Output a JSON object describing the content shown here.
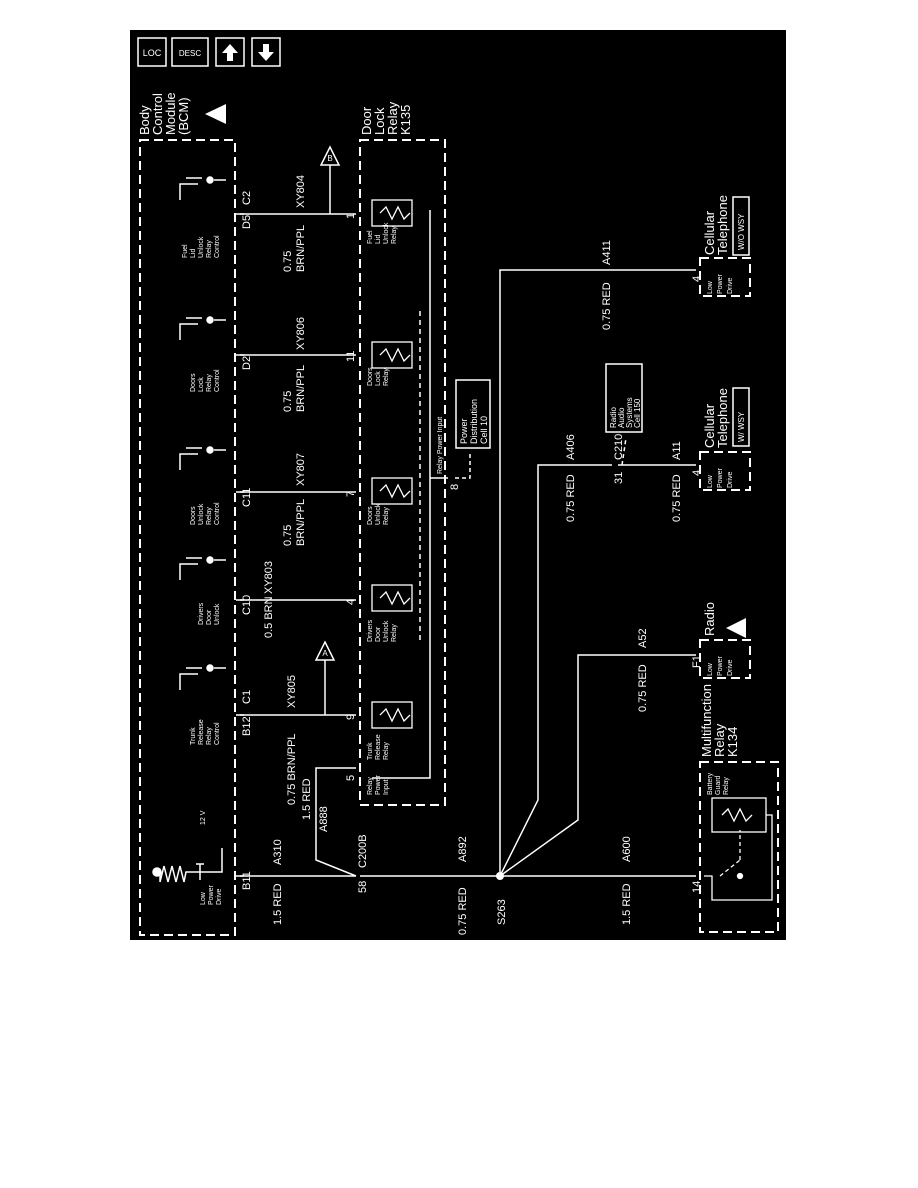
{
  "toolbar": {
    "loc_label": "LOC",
    "desc_label": "DESC",
    "up_label": "up-arrow",
    "down_label": "down-arrow"
  },
  "modules": {
    "bcm": [
      "Body",
      "Control",
      "Module",
      "(BCM)"
    ],
    "door_lock_relay": [
      "Door",
      "Lock",
      "Relay",
      "K135"
    ],
    "multifunction_relay": [
      "Multifunction",
      "Relay",
      "K134"
    ],
    "radio": "Radio",
    "cell_phone_a11": [
      "Cellular",
      "Telephone"
    ],
    "cell_phone_a411": [
      "Cellular",
      "Telephone"
    ],
    "power_distribution": [
      "Power",
      "Distribution",
      "Cell 10"
    ],
    "radio_audio": [
      "Radio",
      "Audio",
      "Systems",
      "Cell 150"
    ],
    "w_wsy": "W/ WSY",
    "wo_wsy": "W/O WSY"
  },
  "bcm_internal": {
    "low_power_drive": [
      "Low",
      "Power",
      "Drive"
    ],
    "v12": "12 V",
    "trunk": [
      "Trunk",
      "Release",
      "Relay",
      "Control"
    ],
    "drivers": [
      "Drivers",
      "Door",
      "Unlock"
    ],
    "doors_unlock": [
      "Doors",
      "Unlock",
      "Relay",
      "Control"
    ],
    "doors_lock": [
      "Doors",
      "Lock",
      "Relay",
      "Control"
    ],
    "fuel": [
      "Fuel",
      "Lid",
      "Unlock",
      "Relay",
      "Control"
    ]
  },
  "relay_internal": {
    "power_input": [
      "Relay",
      "Power",
      "Input"
    ],
    "trunk": [
      "Trunk",
      "Release",
      "Relay"
    ],
    "drivers": [
      "Drivers",
      "Door",
      "Unlock",
      "Relay"
    ],
    "doors_unlock": [
      "Doors",
      "Unlock",
      "Relay"
    ],
    "doors_lock": [
      "Doors",
      "Lock",
      "Relay"
    ],
    "fuel": [
      "Fuel",
      "Lid",
      "Unlock",
      "Relay"
    ],
    "relay_power_input": "Relay Power Input",
    "battery_guard": [
      "Battery",
      "Guard",
      "Relay"
    ]
  },
  "pins": {
    "b11": "B11",
    "b12": "B12",
    "c1": "C1",
    "c10": "C10",
    "c11": "C11",
    "d2": "D2",
    "d5": "D5",
    "c2": "C2",
    "r5": "5",
    "r9": "9",
    "r4": "4",
    "r7": "7",
    "r11": "11",
    "r1": "1",
    "r8": "8",
    "c200b_pin": "58",
    "c200b": "C200B",
    "c210_pin": "31",
    "c210": "C210",
    "k134_pin": "14",
    "radio_pin": "F1",
    "cell_a11_pin": "4",
    "cell_a411_pin": "4",
    "splice": "S263"
  },
  "device_pins": {
    "low_power_drive": [
      "Low",
      "Power",
      "Drive"
    ]
  },
  "wires": {
    "w_a310": [
      "1.5 RED",
      "A310"
    ],
    "w_xy805": [
      "0.75 BRN/PPL",
      "XY805"
    ],
    "w_a888": [
      "1.5 RED",
      "A888"
    ],
    "w_xy803": [
      "0.5 BRN",
      "XY803"
    ],
    "w_xy807": [
      "0.75",
      "BRN/PPL",
      "XY807"
    ],
    "w_xy806": [
      "0.75",
      "BRN/PPL",
      "XY806"
    ],
    "w_xy804": [
      "0.75",
      "BRN/PPL",
      "XY804"
    ],
    "w_a892": [
      "0.75 RED",
      "A892"
    ],
    "w_a600": [
      "1.5 RED",
      "A600"
    ],
    "w_a52": [
      "0.75 RED",
      "A52"
    ],
    "w_a406": [
      "0.75 RED",
      "A406"
    ],
    "w_a11": [
      "0.75 RED",
      "A11"
    ],
    "w_a411": [
      "0.75 RED",
      "A411"
    ]
  },
  "refs": {
    "a": "A",
    "b": "B"
  }
}
